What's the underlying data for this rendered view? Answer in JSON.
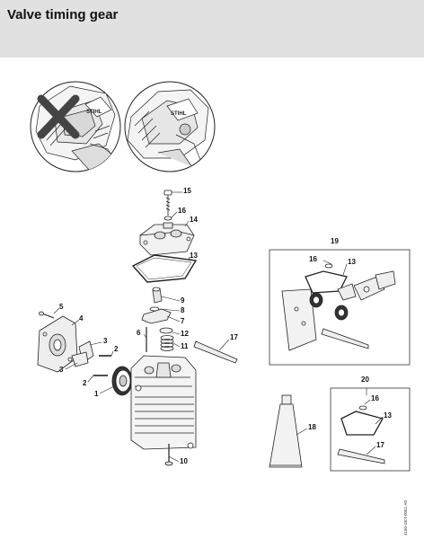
{
  "header": {
    "title": "Valve timing gear"
  },
  "callouts": [
    "15",
    "16",
    "14",
    "13",
    "19",
    "16",
    "13",
    "5",
    "4",
    "9",
    "8",
    "7",
    "6",
    "12",
    "11",
    "17",
    "3",
    "2",
    "3",
    "2",
    "1",
    "10",
    "20",
    "16",
    "13",
    "18",
    "17"
  ],
  "footer": {
    "code": "4180-GET-0051-A0"
  },
  "colors": {
    "header_bg": "#e1e1e1",
    "line": "#222222",
    "x_mark": "#444444"
  }
}
